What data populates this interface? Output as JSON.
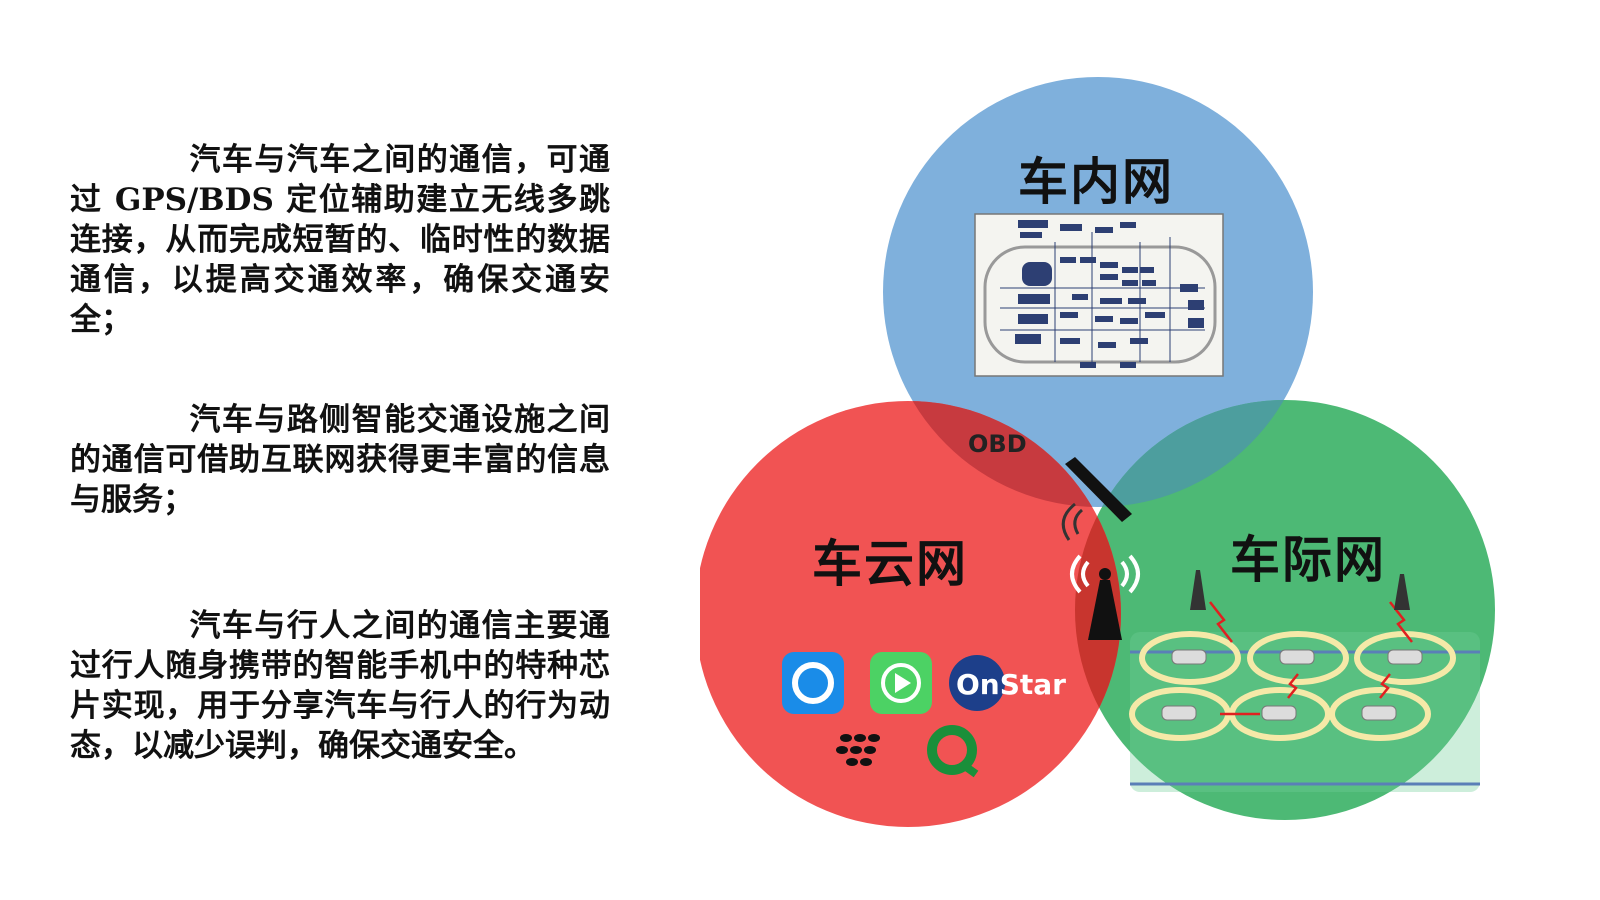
{
  "paragraphs": [
    {
      "id": "p1",
      "text": "汽车与汽车之间的通信，可通过 GPS/BDS 定位辅助建立无线多跳连接，从而完成短暂的、临时性的数据通信，以提高交通效率，确保交通安全；"
    },
    {
      "id": "p2",
      "text": "汽车与路侧智能交通设施之间的通信可借助互联网获得更丰富的信息与服务；"
    },
    {
      "id": "p3",
      "text": "汽车与行人之间的通信主要通过行人随身携带的智能手机中的特种芯片实现，用于分享汽车与行人的行为动态，以减少误判，确保交通安全。"
    }
  ],
  "venn": {
    "in_vehicle": {
      "label": "车内网",
      "color": "#7fb0dc"
    },
    "vehicle_cloud": {
      "label": "车云网",
      "color": "#f04a4a"
    },
    "vehicle_to_vehicle": {
      "label": "车际网",
      "color": "#43b56e"
    },
    "overlap_label": "OBD",
    "apps": [
      "onstar-logo",
      "carplay-logo",
      "blackberry-logo",
      "app-logo"
    ],
    "onstar_text": "OnStar"
  }
}
